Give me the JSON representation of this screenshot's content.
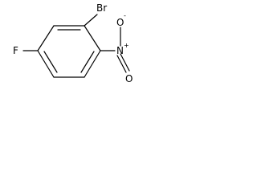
{
  "molecule": {
    "atoms": {
      "bromine": "Br",
      "fluorine": "F",
      "nitrogen": "N",
      "nitrogen_charge": "+",
      "oxygen_top": "O",
      "oxygen_top_charge": "-",
      "oxygen_bottom": "O"
    },
    "bond_color": "#000000"
  }
}
